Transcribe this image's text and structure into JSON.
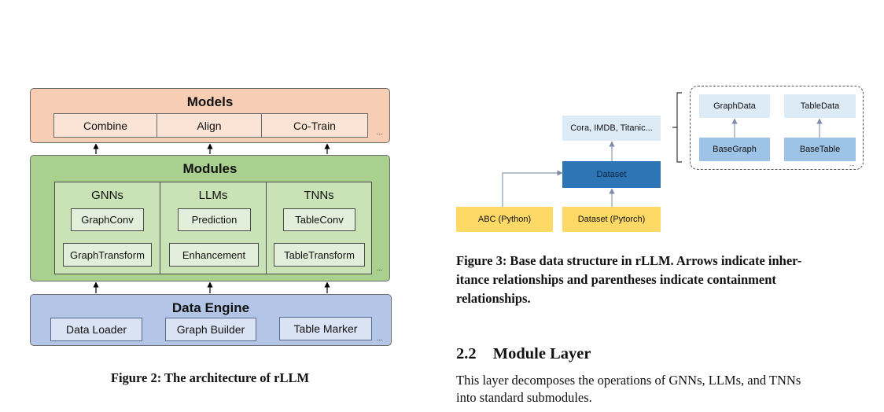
{
  "figure2": {
    "models": {
      "title": "Models",
      "items": [
        "Combine",
        "Align",
        "Co-Train"
      ],
      "more": "..."
    },
    "modules": {
      "title": "Modules",
      "columns": [
        {
          "title": "GNNs",
          "items": [
            "GraphConv",
            "GraphTransform"
          ]
        },
        {
          "title": "LLMs",
          "items": [
            "Prediction",
            "Enhancement"
          ]
        },
        {
          "title": "TNNs",
          "items": [
            "TableConv",
            "TableTransform"
          ]
        }
      ],
      "more": "..."
    },
    "data_engine": {
      "title": "Data Engine",
      "items": [
        "Data Loader",
        "Graph Builder",
        "Table Marker"
      ],
      "more": "..."
    },
    "caption": "Figure 2: The architecture of rLLM"
  },
  "figure3": {
    "datasets_label": "Cora, IMDB, Titanic...",
    "dataset_label": "Dataset",
    "abc_label": "ABC (Python)",
    "pytorch_label": "Dataset (Pytorch)",
    "graphdata_label": "GraphData",
    "tabledata_label": "TableData",
    "basegraph_label": "BaseGraph",
    "basetable_label": "BaseTable",
    "more": "...",
    "caption_lines": [
      "Figure 3: Base data structure in rLLM. Arrows indicate inher-",
      "itance relationships and parentheses indicate containment",
      "relationships."
    ]
  },
  "section": {
    "number": "2.2",
    "title": "Module Layer",
    "body_lines": [
      "This layer decomposes the operations of GNNs, LLMs, and TNNs",
      "into standard submodules."
    ]
  }
}
